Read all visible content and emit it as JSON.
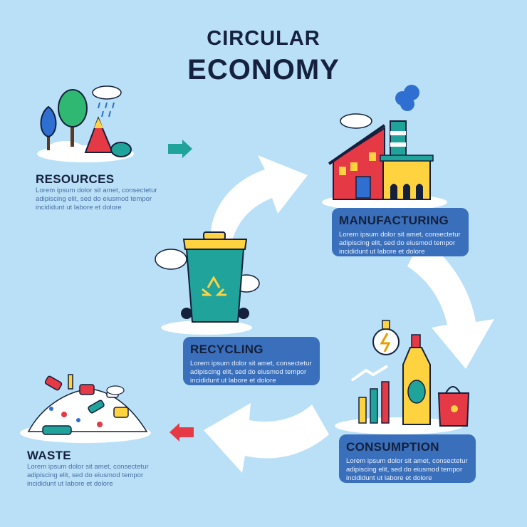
{
  "title": {
    "line1": "CIRCULAR",
    "line2": "ECONOMY"
  },
  "stages": {
    "resources": {
      "heading": "RESOURCES",
      "text": "Lorem ipsum dolor sit amet, consectetur\nadipiscing elit, sed do eiusmod tempor\nincididunt ut labore et dolore"
    },
    "manufacturing": {
      "heading": "MANUFACTURING",
      "text": "Lorem ipsum dolor sit amet, consectetur\nadipiscing elit, sed do eiusmod tempor\nincididunt ut labore et dolore"
    },
    "recycling": {
      "heading": "RECYCLING",
      "text": "Lorem ipsum dolor sit amet, consectetur\nadipiscing elit, sed do eiusmod tempor\nincididunt ut labore et dolore"
    },
    "consumption": {
      "heading": "CONSUMPTION",
      "text": "Lorem ipsum dolor sit amet, consectetur\nadipiscing elit, sed do eiusmod tempor\nincididunt ut labore et dolore"
    },
    "waste": {
      "heading": "WASTE",
      "text": "Lorem ipsum dolor sit amet, consectetur\nadipiscing elit, sed do eiusmod tempor\nincididunt ut labore et dolore"
    }
  },
  "colors": {
    "background": "#b9e0f6",
    "box": "#3a6fbb",
    "arrow_teal": "#1fa39a",
    "arrow_red": "#e63946",
    "text_dark": "#15213f"
  },
  "icons": [
    "trees-icon",
    "factory-icon",
    "recycle-bin-icon",
    "products-icon",
    "garbage-pile-icon",
    "teal-right-arrow-icon",
    "red-left-arrow-icon",
    "cycle-arrows-icon"
  ]
}
